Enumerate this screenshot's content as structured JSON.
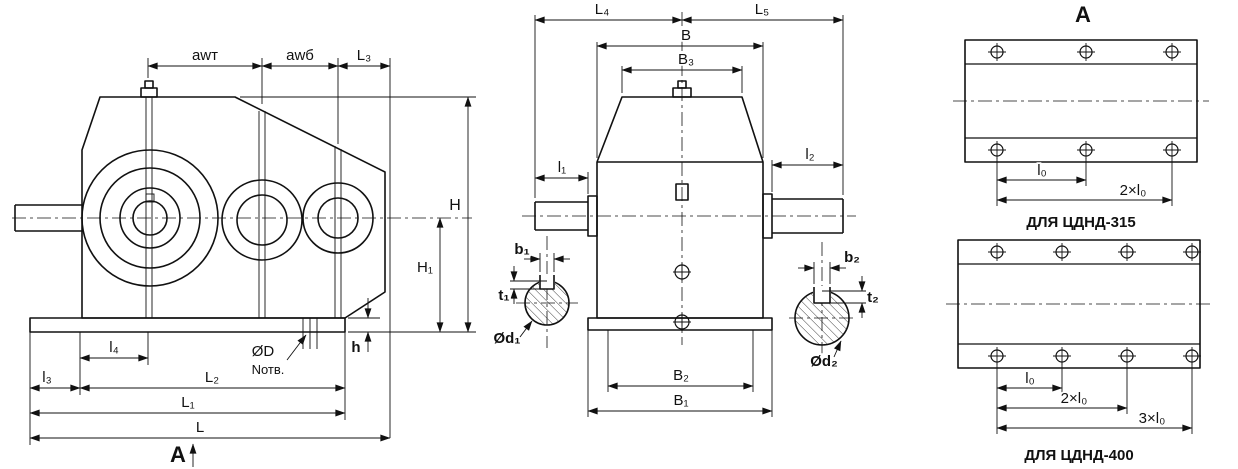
{
  "colors": {
    "line": "#111111",
    "background": "#ffffff"
  },
  "side": {
    "awt": "awт",
    "awb": "awб",
    "L3": "L₃",
    "H": "H",
    "H1": "H₁",
    "l4": "l₄",
    "l3": "l₃",
    "L2": "L₂",
    "L1": "L₁",
    "L": "L",
    "D": "ØD",
    "N": "Nотв.",
    "h": "h",
    "view_arrow": "A"
  },
  "front": {
    "L4": "L₄",
    "L5": "L₅",
    "B": "B",
    "B3": "B₃",
    "l1": "l₁",
    "l2": "l₂",
    "b1": "b₁",
    "t1": "t₁",
    "d1": "Ød₁",
    "b2": "b₂",
    "t2": "t₂",
    "d2": "Ød₂",
    "B2": "B₂",
    "B1": "B₁"
  },
  "top": {
    "title": "A",
    "plate315": {
      "caption": "ДЛЯ ЦДНД-315",
      "l0": "l₀",
      "l0x2": "2×l₀"
    },
    "plate400": {
      "caption": "ДЛЯ ЦДНД-400",
      "l0": "l₀",
      "l0x2": "2×l₀",
      "l0x3": "3×l₀"
    }
  }
}
